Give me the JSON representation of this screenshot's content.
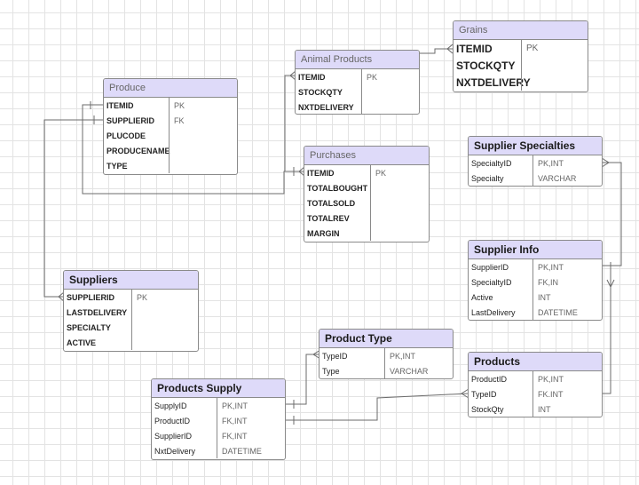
{
  "entities": {
    "grains": {
      "title": "Grains",
      "rows": [
        {
          "name": "ITEMID",
          "type": "PK"
        },
        {
          "name": "STOCKQTY",
          "type": ""
        },
        {
          "name": "NXTDELIVERY",
          "type": ""
        }
      ]
    },
    "animal_products": {
      "title": "Animal Products",
      "rows": [
        {
          "name": "ITEMID",
          "type": "PK"
        },
        {
          "name": "STOCKQTY",
          "type": ""
        },
        {
          "name": "NXTDELIVERY",
          "type": ""
        }
      ]
    },
    "produce": {
      "title": "Produce",
      "rows": [
        {
          "name": "ITEMID",
          "type": "PK"
        },
        {
          "name": "SUPPLIERID",
          "type": "FK"
        },
        {
          "name": "PLUCODE",
          "type": ""
        },
        {
          "name": "PRODUCENAME",
          "type": ""
        },
        {
          "name": "TYPE",
          "type": ""
        }
      ]
    },
    "purchases": {
      "title": "Purchases",
      "rows": [
        {
          "name": "ITEMID",
          "type": "PK"
        },
        {
          "name": "TOTALBOUGHT",
          "type": ""
        },
        {
          "name": "TOTALSOLD",
          "type": ""
        },
        {
          "name": "TOTALREV",
          "type": ""
        },
        {
          "name": "MARGIN",
          "type": ""
        }
      ]
    },
    "supplier_specialties": {
      "title": "Supplier Specialties",
      "rows": [
        {
          "name": "SpecialtyID",
          "type": "PK,INT"
        },
        {
          "name": "Specialty",
          "type": "VARCHAR"
        }
      ]
    },
    "supplier_info": {
      "title": "Supplier Info",
      "rows": [
        {
          "name": "SupplierID",
          "type": "PK,INT"
        },
        {
          "name": "SpecialtyID",
          "type": "FK,IN"
        },
        {
          "name": "Active",
          "type": "INT"
        },
        {
          "name": "LastDelivery",
          "type": "DATETIME"
        }
      ]
    },
    "suppliers": {
      "title": "Suppliers",
      "rows": [
        {
          "name": "SUPPLIERID",
          "type": "PK"
        },
        {
          "name": "LASTDELIVERY",
          "type": ""
        },
        {
          "name": "SPECIALTY",
          "type": ""
        },
        {
          "name": "ACTIVE",
          "type": ""
        }
      ]
    },
    "product_type": {
      "title": "Product Type",
      "rows": [
        {
          "name": "TypeID",
          "type": "PK,INT"
        },
        {
          "name": "Type",
          "type": "VARCHAR"
        }
      ]
    },
    "products": {
      "title": "Products",
      "rows": [
        {
          "name": "ProductID",
          "type": "PK,INT"
        },
        {
          "name": "TypeID",
          "type": "FK.INT"
        },
        {
          "name": "StockQty",
          "type": "INT"
        }
      ]
    },
    "products_supply": {
      "title": "Products Supply",
      "rows": [
        {
          "name": "SupplyID",
          "type": "PK,INT"
        },
        {
          "name": "ProductID",
          "type": "FK,INT"
        },
        {
          "name": "SupplierID",
          "type": "FK,INT"
        },
        {
          "name": "NxtDelivery",
          "type": "DATETIME"
        }
      ]
    }
  }
}
